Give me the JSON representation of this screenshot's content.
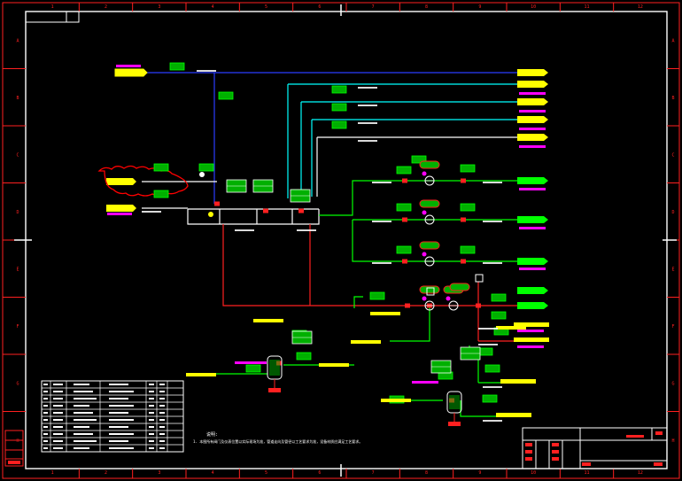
{
  "drawing": {
    "notes_title": "说明:",
    "notes_text": "1. 本图所有阀门及仪表位置以实际现场为准，管道走向及管径以工艺要求为准，设备材质应满足工艺要求。"
  },
  "frame": {
    "col_markers": [
      "1",
      "2",
      "3",
      "4",
      "5",
      "6",
      "7",
      "8",
      "9",
      "10",
      "11",
      "12"
    ],
    "row_markers": [
      "A",
      "B",
      "C",
      "D",
      "E",
      "F",
      "G",
      "H"
    ]
  },
  "colors": {
    "frame": "#ff0000",
    "border": "#ffffff",
    "pipe_blue": "#2a3cff",
    "pipe_cyan": "#00ffff",
    "pipe_white": "#ffffff",
    "pipe_green": "#00ff00",
    "pipe_red": "#ff2020",
    "label_yellow": "#ffff00",
    "tag_magenta": "#ff00ff",
    "cloud_red": "#ff0000"
  }
}
